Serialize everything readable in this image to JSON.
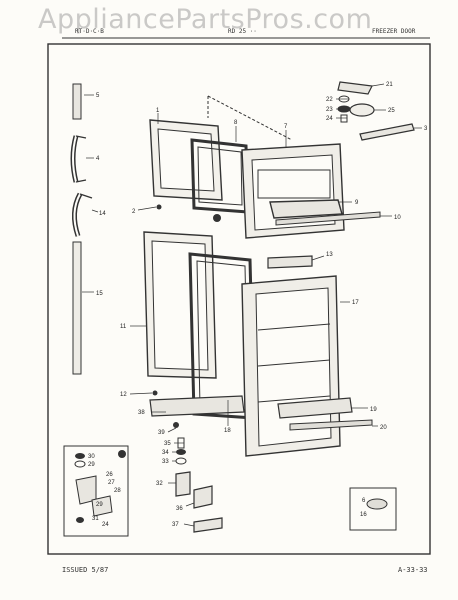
{
  "watermark": "AppliancePartsPros.com",
  "header": {
    "left": "RT·D·C·B",
    "middle": "RD 25 ··",
    "right": "FREEZER DOOR"
  },
  "footer": {
    "issued": "ISSUED 5/87",
    "code": "A-33-33"
  },
  "callouts": [
    {
      "id": "c1",
      "label": "1"
    },
    {
      "id": "c2",
      "label": "2"
    },
    {
      "id": "c3",
      "label": "3"
    },
    {
      "id": "c4",
      "label": "4"
    },
    {
      "id": "c5",
      "label": "5"
    },
    {
      "id": "c6",
      "label": "6"
    },
    {
      "id": "c7",
      "label": "7"
    },
    {
      "id": "c8",
      "label": "8"
    },
    {
      "id": "c9",
      "label": "9"
    },
    {
      "id": "c10",
      "label": "10"
    },
    {
      "id": "c11",
      "label": "11"
    },
    {
      "id": "c12",
      "label": "12"
    },
    {
      "id": "c13",
      "label": "13"
    },
    {
      "id": "c14",
      "label": "14"
    },
    {
      "id": "c15",
      "label": "15"
    },
    {
      "id": "c16",
      "label": "16"
    },
    {
      "id": "c17",
      "label": "17"
    },
    {
      "id": "c18",
      "label": "18"
    },
    {
      "id": "c19",
      "label": "19"
    },
    {
      "id": "c20",
      "label": "20"
    },
    {
      "id": "c21",
      "label": "21"
    },
    {
      "id": "c22",
      "label": "22"
    },
    {
      "id": "c23",
      "label": "23"
    },
    {
      "id": "c24",
      "label": "24"
    },
    {
      "id": "c25",
      "label": "25"
    },
    {
      "id": "c26",
      "label": "26"
    },
    {
      "id": "c27",
      "label": "27"
    },
    {
      "id": "c28",
      "label": "28"
    },
    {
      "id": "c29",
      "label": "29"
    },
    {
      "id": "c30",
      "label": "30"
    },
    {
      "id": "c31",
      "label": "31"
    },
    {
      "id": "c32",
      "label": "32"
    },
    {
      "id": "c33",
      "label": "33"
    },
    {
      "id": "c34",
      "label": "34"
    },
    {
      "id": "c35",
      "label": "35"
    },
    {
      "id": "c36",
      "label": "36"
    },
    {
      "id": "c37",
      "label": "37"
    },
    {
      "id": "c38",
      "label": "38"
    },
    {
      "id": "c39",
      "label": "39"
    },
    {
      "id": "c24b",
      "label": "24"
    },
    {
      "id": "c29b",
      "label": "29"
    }
  ]
}
